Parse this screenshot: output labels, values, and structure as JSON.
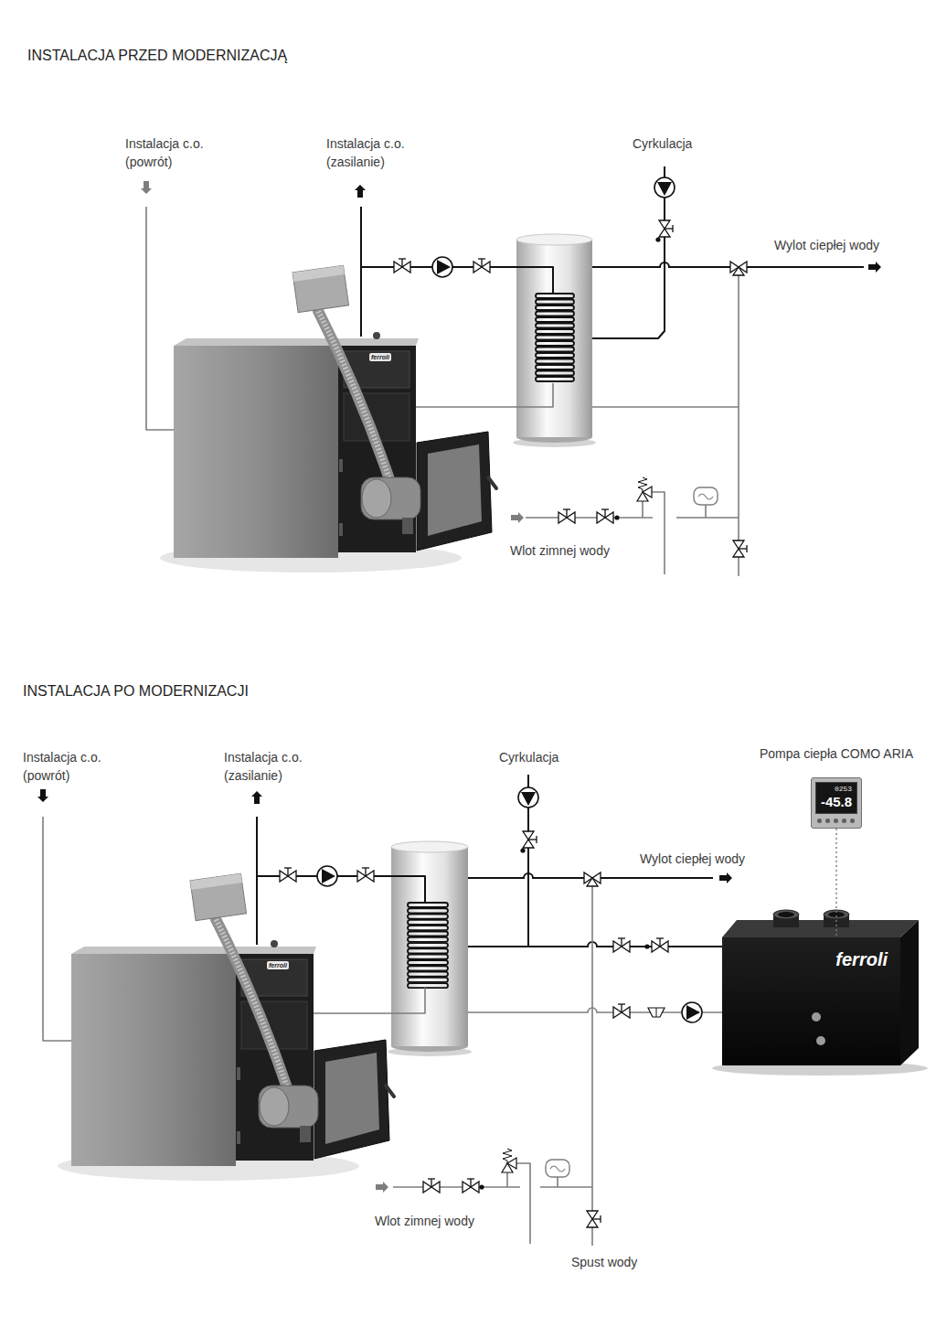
{
  "diagram": {
    "nodes": [
      {
        "text": [
          "Pompa ciepła COMO ARIA",
          "0253",
          "-45.8"
        ]
      },
      {
        "text": [
          "ferroli"
        ]
      }
    ],
    "edges": [
      {
        "from": 0,
        "to": 1,
        "arrow": "none"
      }
    ],
    "labels": [
      "INSTALACJA PRZED MODERNIZACJĄ",
      "Instalacja c.o. (powrót)",
      "Instalacja c.o. (zasilanie)",
      "Cyrkulacja",
      "Wylot ciepłej wody",
      "ferroli",
      "Wlot zimnej wody",
      "INSTALACJA PO MODERNIZACJI",
      "Instalacja c.o. (powrót)",
      "Instalacja c.o. (zasilanie)",
      "Cyrkulacja",
      "Wylot ciepłej wody",
      "ferroli",
      "Wlot zimnej wody",
      "Spust wody"
    ]
  }
}
